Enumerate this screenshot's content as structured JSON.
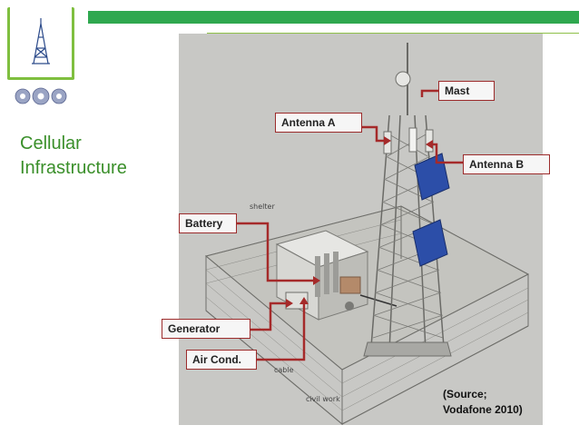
{
  "slide": {
    "title_line1": "Cellular",
    "title_line2": "Infrastructure",
    "source_line1": "(Source;",
    "source_line2": "Vodafone 2010)"
  },
  "labels": {
    "mast": "Mast",
    "antenna_a": "Antenna A",
    "antenna_b": "Antenna B",
    "battery": "Battery",
    "generator": "Generator",
    "air_cond": "Air Cond."
  },
  "sketch_text": {
    "shelter": "shelter",
    "cable": "cable",
    "civil_work": "civil work"
  },
  "colors": {
    "accent_green": "#2fa84f",
    "title_green": "#3a8f2a",
    "label_border": "#9c2b2b",
    "arrow_red": "#a52a2a"
  }
}
